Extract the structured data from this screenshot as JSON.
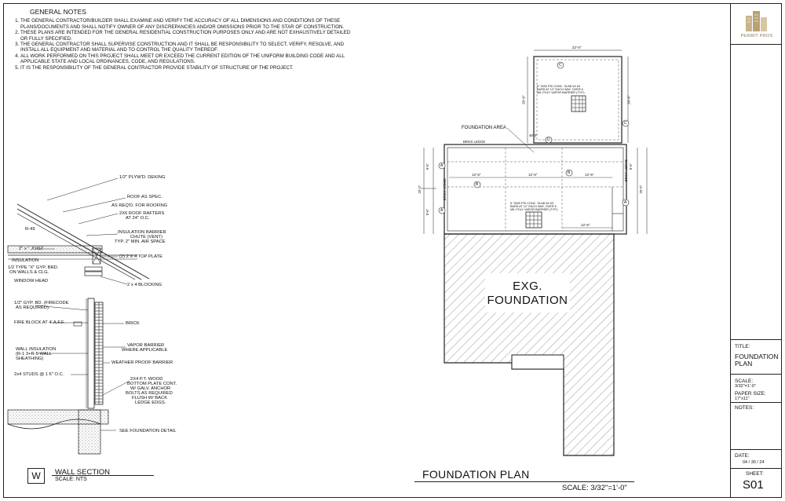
{
  "general_notes": {
    "heading": "GENERAL NOTES",
    "items": [
      "THE GENERAL CONTRACTOR/BUILDER SHALL EXAMINE AND VERIFY THE ACCURACY OF ALL DIMENSIONS AND CONDITIONS OF THESE PLANS/DOCUMENTS AND SHALL NOTIFY OWNER OF ANY DISCREPANCIES AND/OR OMISSIONS PRIOR TO THE STAR OF CONSTRUCTION.",
      "THESE PLANS ARE INTENDED FOR THE GENERAL RESIDENTIAL CONSTRUCTION PURPOSES ONLY AND ARE NOT EXHAUSTIVELY DETAILED OR FULLY SPECIFIED.",
      "THE GENERAL CONTRACTOR SHALL SUPERVISE CONSTRUCTION AND IT SHALL BE RESPONSIBILITY TO SELECT, VERIFY, RESOLVE, AND INSTALL ALL EQUIPMENT AND MATERIAL AND TO CONTROL THE QUALITY THEREOF.",
      "ALL WORK PERFORMED ON THIS PROJECT SHALL MEET OR EXCEED THE CURRENT EDITION OF THE UNIFORM BUILDING CODE AND ALL APPLICABLE STATE AND LOCAL ORDINANCES, CODE, AND REGULATIONS.",
      "IT IS THE RESPONSIBILITY OF THE GENERAL CONTRACTOR PROVIDE STABILITY OF STRUCTURE OF THE PROJECT."
    ]
  },
  "wall_section": {
    "labels": {
      "plywd": "1/2\" PLYW'D. DEKING",
      "roof": "ROOF AS SPEC.",
      "as_reqd": "AS REQ'D. FOR ROOFING",
      "rafters": "2X6 ROOF RAFTERS",
      "rafters_oc": "AT 24\" O.C.",
      "r49": "R-49",
      "ins_barrier_1": "INSULATION BARRIER",
      "ins_barrier_2": "CHUTE (VENT)",
      "ins_barrier_3": "TYP. 2\" MIN. AIR SPACE",
      "joist": "2\" x \" JOIST",
      "top_plate": "(2) 2 X 4 TOP PLATE",
      "insulation": "INSULATION",
      "gyp_1": "1/2 TYPE \"X\" GYP. BRD.",
      "gyp_2": "ON WALLS & CLG.",
      "window_head": "WINDOW HEAD",
      "blocking": "2 x 4 BLOCKING",
      "gyp_bd_1": "1/2\" GYP. BD. (FIRECODE",
      "gyp_bd_2": "AS REQUIRED).",
      "fire_block": "FIRE BLOCK AT 4' A.F.F.",
      "brick": "BRICK",
      "vapor_1": "VAPOR BARRIER",
      "vapor_2": "WHERE APPLICABLE",
      "wall_ins_1": "WALL INSULATION",
      "wall_ins_2": "(R-1 3+R-5 WALL",
      "wall_ins_3": "SHEATHING)",
      "weather": "WEATHER PROOF BARRIER",
      "studs": "2x4 STUDS @ 1 6\" O.C.",
      "plate_1": "2X4 P.T. WOOD",
      "plate_2": "BOTTOM PLATE CONT.",
      "plate_3": "W/ GALV. ANCHOR",
      "plate_4": "BOLTS AS REQUIRED",
      "plate_5": "FLUSH W/ BACK",
      "plate_6": "LEDGE EDGS.",
      "see_detail": "SEE FOUNDATION DETAIL"
    },
    "badge": "W",
    "title": "WALL SECTION",
    "scale": "SCALE: NTS"
  },
  "foundation_plan": {
    "title": "FOUNDATION PLAN",
    "scale": "SCALE: 3/32\"=1'-0\"",
    "existing_1": "EXG.",
    "existing_2": "FOUNDATION",
    "foundation_area": "FOUNDATION AREA",
    "brick_ledge": "BRICK LEDGE",
    "brick_ledge_left": "BRICK LEDGE",
    "brick_ledge_right": "BRICK LEDGE",
    "slab_note_1": "5\" 3000 PSI CONC. SLAB W/ #3",
    "slab_note_2": "BARS AT 12\" EACH WAY, OVER 6",
    "slab_note_3": "MIL POLY VAPOR BARRIER (TYP.)",
    "dims": {
      "top_width": "22'-0\"",
      "left_upper": "20'-0\"",
      "right_upper": "20'-0\"",
      "seg_a": "12'-6\"",
      "seg_b": "12'-6\"",
      "seg_c": "12'-6\"",
      "seg_d": "12'-6\"",
      "left_1": "9'-6\"",
      "left_2": "20'-0\"",
      "left_3": "9'-6\"",
      "right_1": "9'-6\"",
      "right_2": "20'-0\"",
      "neck": "48'-0\""
    },
    "markers": [
      "A",
      "B",
      "C",
      "D"
    ]
  },
  "title_block": {
    "logo_text": "PERMIT PROS",
    "title_label": "TITLE:",
    "title_value_1": "FOUNDATION",
    "title_value_2": "PLAN",
    "scale_label": "SCALE:",
    "scale_value": "3/32\"=1'-0\"",
    "paper_label": "PAPER SIZE:",
    "paper_value": "17\"x11\"",
    "notes_label": "NOTES:",
    "date_label": "DATE:",
    "date_value": "04 / 30 / 24",
    "sheet_label": "SHEET:",
    "sheet_value": "S01"
  }
}
